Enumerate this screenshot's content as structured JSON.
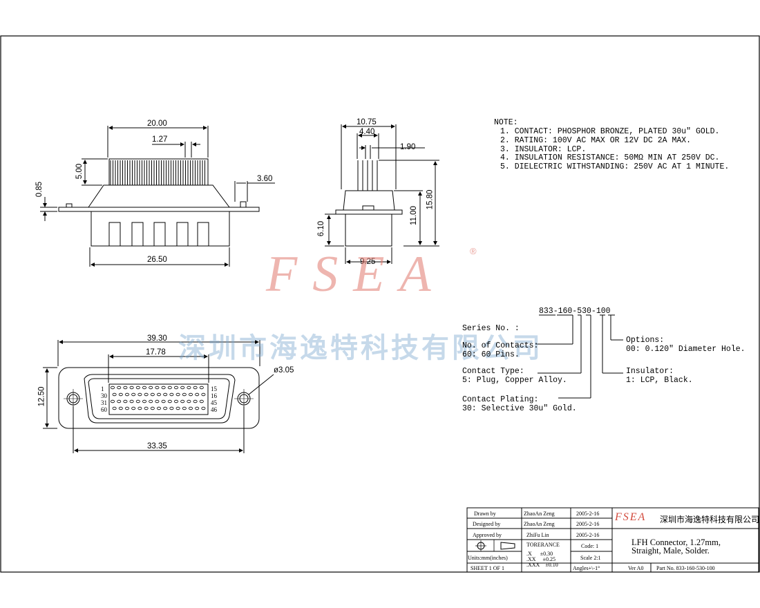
{
  "notes": {
    "heading": "NOTE:",
    "items": [
      "1. CONTACT: PHOSPHOR BRONZE, PLATED 30u\" GOLD.",
      "2. RATING: 100V AC MAX OR 12V DC 2A MAX.",
      "3. INSULATOR: LCP.",
      "4. INSULATION RESISTANCE: 50MΩ MIN AT 250V DC.",
      "5. DIELECTRIC WITHSTANDING: 250V AC AT 1 MINUTE."
    ]
  },
  "front_view": {
    "d_20_00": "20.00",
    "d_1_27": "1.27",
    "d_5_00": "5.00",
    "d_0_85": "0.85",
    "d_3_60": "3.60",
    "d_26_50": "26.50"
  },
  "side_view": {
    "d_10_75": "10.75",
    "d_4_40": "4.40",
    "d_1_90": "1.90",
    "d_15_80": "15.80",
    "d_11_00": "11.00",
    "d_6_10": "6.10",
    "d_9_25": "9.25"
  },
  "top_view": {
    "d_39_30": "39.30",
    "d_17_78": "17.78",
    "d_12_50": "12.50",
    "d_hole": "ø3.05",
    "d_33_35": "33.35",
    "pin_left": [
      "1",
      "30",
      "31",
      "60"
    ],
    "pin_right": [
      "15",
      "16",
      "45",
      "46"
    ]
  },
  "watermark": {
    "logo": "FSEA",
    "registered": "®",
    "company": "深圳市海逸特科技有限公司"
  },
  "part_code": {
    "code": "833-160-530-100",
    "series": "Series No. :",
    "contacts_label": "No. of Contacts:",
    "contacts_value": "60: 60 Pins.",
    "type_label": "Contact Type:",
    "type_value": "5: Plug, Copper Alloy.",
    "plating_label": "Contact Plating:",
    "plating_value": "30: Selective 30u\" Gold.",
    "options_label": "Options:",
    "options_value": "00: 0.120\" Diameter Hole.",
    "insulator_label": "Insulator:",
    "insulator_value": "1: LCP, Black."
  },
  "title_block": {
    "drawn_label": "Drawn  by",
    "drawn_name": "ZhaoAn Zeng",
    "drawn_date": "2005-2-16",
    "designed_label": "Designed by",
    "designed_name": "ZhaoAn Zeng",
    "designed_date": "2005-2-16",
    "approved_label": "Approved by",
    "approved_name": "ZhiFu Lin",
    "approved_date": "2005-2-16",
    "tolerance_label": "TORERANCE",
    "tol_x": ".X      ±0.30",
    "tol_xx": ".XX     ±0.25",
    "tol_xxx": ".XXX    ±0.10",
    "units": "Units:mm(inches)",
    "sheet": "SHEET  1  OF  1",
    "code": "Code: 1",
    "scale": "Scale 2:1",
    "angles": "Angles+\\-1°",
    "logo": "FSEA",
    "company": "深圳市海逸特科技有限公司",
    "description_line1": "LFH Connector, 1.27mm,",
    "description_line2": "Straight, Male, Solder.",
    "ver": "Ver A0",
    "part_no": "Part No. 833-160-530-100"
  }
}
